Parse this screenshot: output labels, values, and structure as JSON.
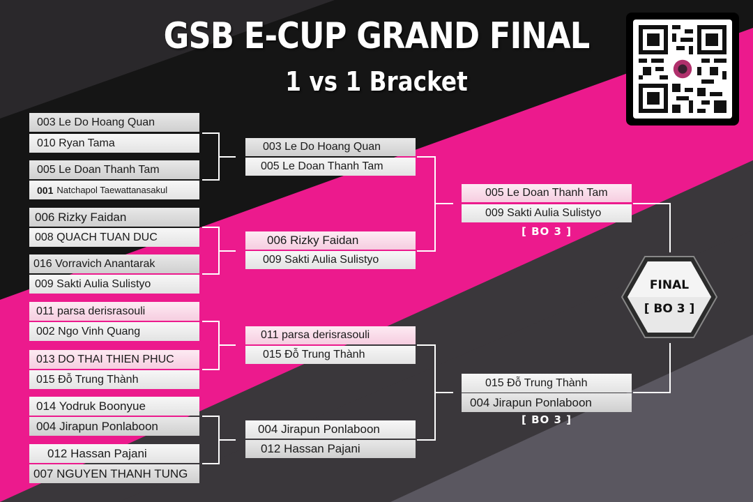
{
  "header": {
    "title": "GSB E-CUP GRAND FINAL",
    "subtitle": "1 vs 1 Bracket"
  },
  "colors": {
    "black_band": "#151515",
    "dark_grey": "#3a373b",
    "magenta": "#ec1a8d",
    "light_grey": "#6b6870"
  },
  "qr_code": {
    "icon": "qr-code-icon"
  },
  "round1": [
    "003 Le Do Hoang Quan",
    "010 Ryan Tama",
    "005 Le Doan Thanh Tam",
    "Natchapol Taewattanasakul",
    "006 Rizky Faidan",
    "008 QUACH TUAN DUC",
    "016 Vorravich Anantarak",
    "009 Sakti Aulia Sulistyo",
    "011 parsa derisrasouli",
    "002 Ngo Vinh Quang",
    "013 DO THAI THIEN PHUC",
    "015 Đỗ Trung Thành",
    "014 Yodruk Boonyue",
    "004 Jirapun Ponlaboon",
    "012 Hassan Pajani",
    "007 NGUYEN THANH TUNG"
  ],
  "round1_prefix_4": "001",
  "round2": [
    "003 Le Do Hoang Quan",
    "005 Le Doan Thanh Tam",
    "006 Rizky Faidan",
    "009 Sakti Aulia Sulistyo",
    "011 parsa derisrasouli",
    "015 Đỗ Trung Thành",
    "004 Jirapun Ponlaboon",
    "012 Hassan Pajani"
  ],
  "semifinal": [
    "005 Le Doan Thanh Tam",
    "009 Sakti Aulia Sulistyo",
    "015 Đỗ Trung Thành",
    "004 Jirapun Ponlaboon"
  ],
  "semifinal_format": "[ BO 3 ]",
  "final": {
    "label": "FINAL",
    "format": "[ BO 3 ]"
  }
}
